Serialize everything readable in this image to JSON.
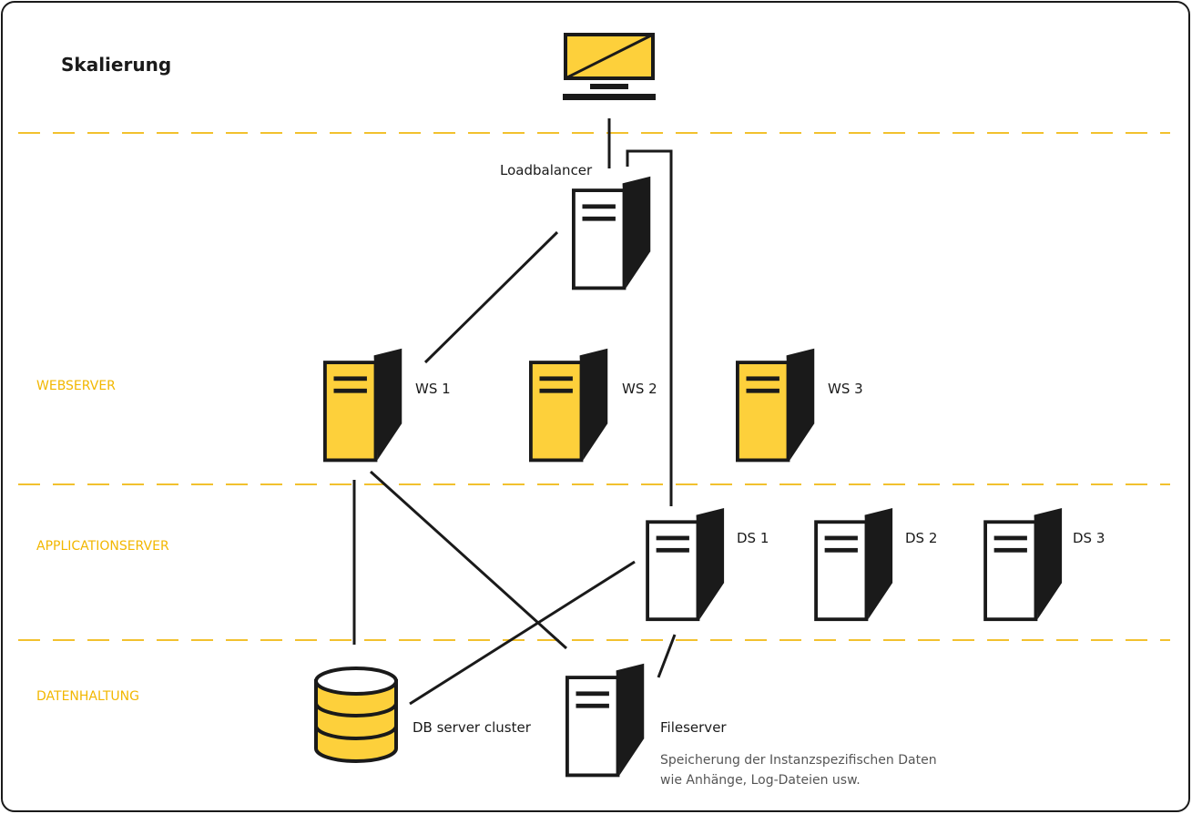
{
  "title": "Skalierung",
  "colors": {
    "accent": "#fdd03b",
    "tier_label": "#f2b700",
    "ink": "#1a1a1a"
  },
  "tiers": {
    "webserver": "WEBSERVER",
    "applicationserver": "APPLICATIONSERVER",
    "datenhaltung": "DATENHALTUNG"
  },
  "nodes": {
    "client": {
      "icon": "monitor-icon"
    },
    "loadbalancer": {
      "label": "Loadbalancer",
      "icon": "server-icon"
    },
    "ws1": {
      "label": "WS 1",
      "icon": "server-icon"
    },
    "ws2": {
      "label": "WS 2",
      "icon": "server-icon"
    },
    "ws3": {
      "label": "WS 3",
      "icon": "server-icon"
    },
    "ds1": {
      "label": "DS 1",
      "icon": "server-icon"
    },
    "ds2": {
      "label": "DS 2",
      "icon": "server-icon"
    },
    "ds3": {
      "label": "DS 3",
      "icon": "server-icon"
    },
    "db": {
      "label": "DB server cluster",
      "icon": "database-icon"
    },
    "fileserver": {
      "label": "Fileserver",
      "icon": "server-icon",
      "note_line1": "Speicherung der Instanzspezifischen Daten",
      "note_line2": "wie Anhänge, Log-Dateien usw."
    }
  }
}
